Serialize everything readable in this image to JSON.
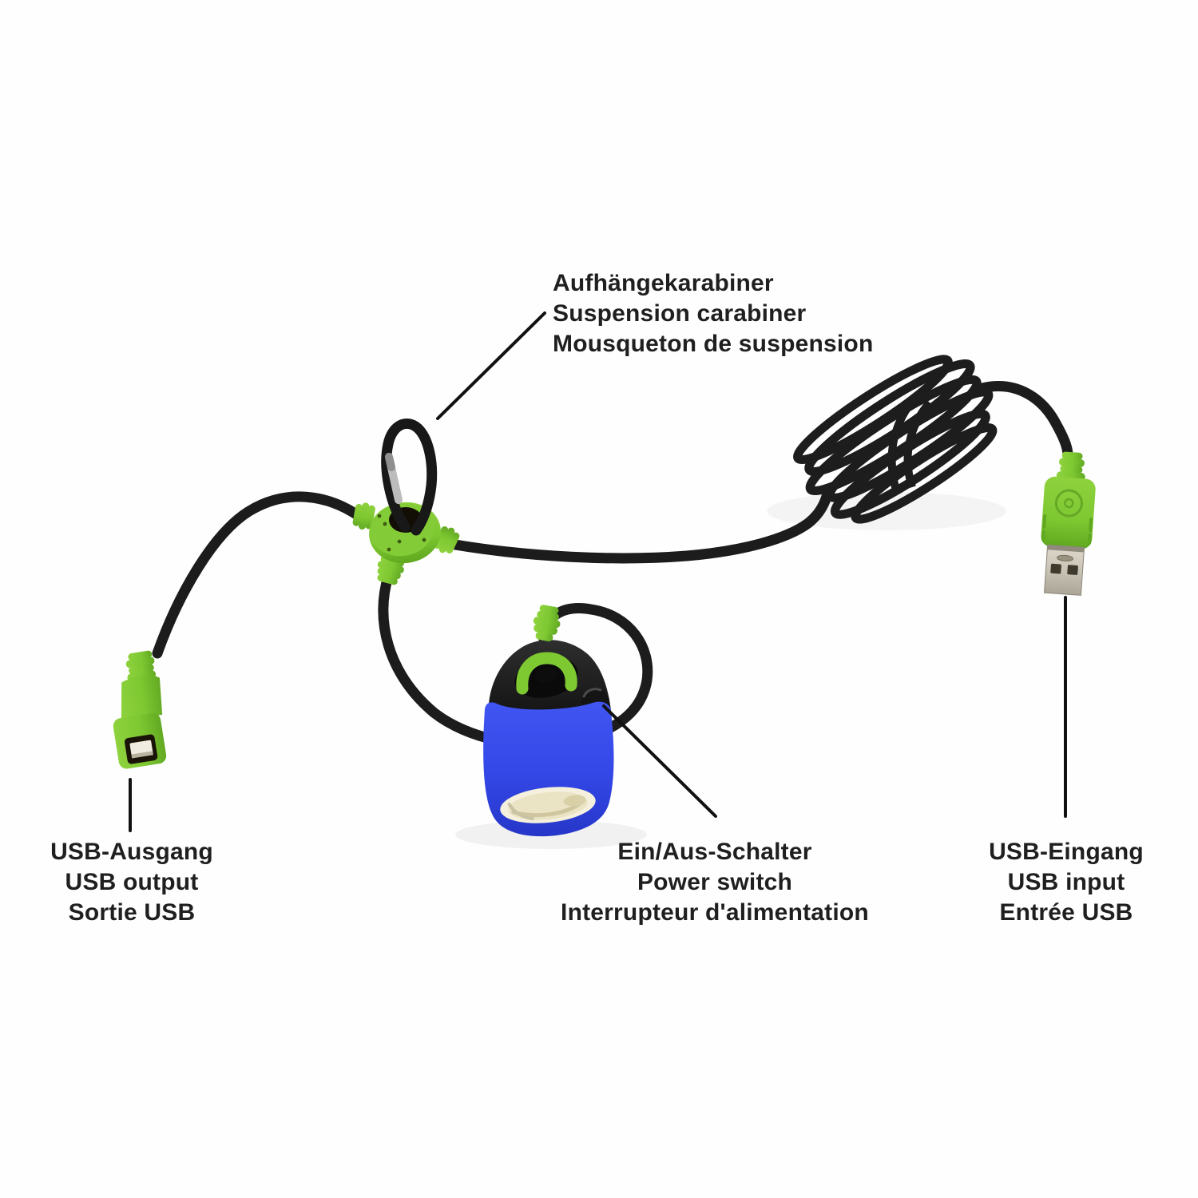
{
  "product_diagram": {
    "description_languages": [
      "de",
      "en",
      "fr"
    ],
    "labels": {
      "carabiner": {
        "de": "Aufhängekarabiner",
        "en": "Suspension carabiner",
        "fr": "Mousqueton de suspension"
      },
      "usb_output": {
        "de": "USB-Ausgang",
        "en": "USB output",
        "fr": "Sortie USB"
      },
      "power_switch": {
        "de": "Ein/Aus-Schalter",
        "en": "Power switch",
        "fr": "Interrupteur d'alimentation"
      },
      "usb_input": {
        "de": "USB-Eingang",
        "en": "USB input",
        "fr": "Entrée USB"
      }
    },
    "colors": {
      "background": "#fefefe",
      "accent_green": "#7ec832",
      "accent_green_dark": "#5fa81f",
      "lamp_blue": "#3a4ff0",
      "lamp_blue_dark": "#2738cc",
      "cable_black": "#1c1c1c",
      "metal_silver": "#c9c4b6",
      "lens_cream": "#eae3c4",
      "text": "#1f1f1f"
    },
    "parts": [
      "suspension-carabiner",
      "splitter-hub",
      "usb-output-connector",
      "lamp-with-power-switch",
      "cable-coil",
      "usb-input-connector"
    ]
  }
}
